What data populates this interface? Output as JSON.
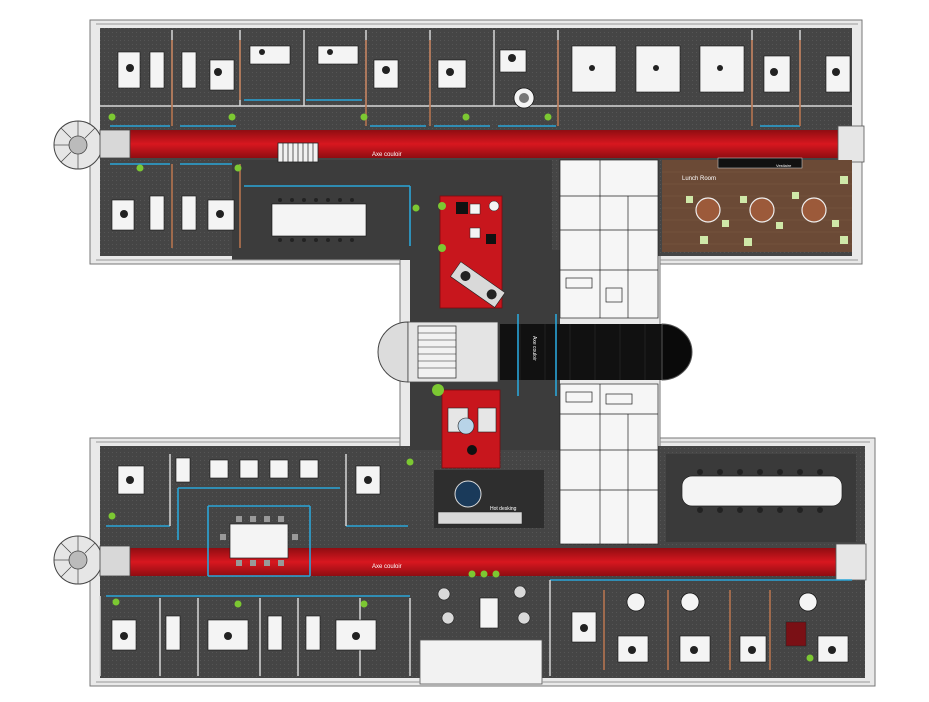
{
  "labels": {
    "corridor_top": "Axe couloir",
    "corridor_bottom": "Axe couloir",
    "corridor_vertical": "Axe couloir",
    "lunch_room": "Lunch Room",
    "hot_desking": "Hot desking",
    "vestiaire": "Vestiaire"
  },
  "colors": {
    "corridor_red": "#c8161d",
    "floor_dark": "#3b3b3b",
    "floor_carpet": "#4a4a4a",
    "wall": "#e8e8e8",
    "glass": "#2aa5d8",
    "wood": "#8a5a3c",
    "plant": "#7cc832",
    "lunch_floor": "#6b4a36",
    "lobby_black": "#111111"
  },
  "icons": {
    "stairs": "spiral-stair-icon",
    "desk": "desk-icon",
    "chair": "chair-icon",
    "plant": "plant-icon",
    "table": "round-table-icon"
  }
}
